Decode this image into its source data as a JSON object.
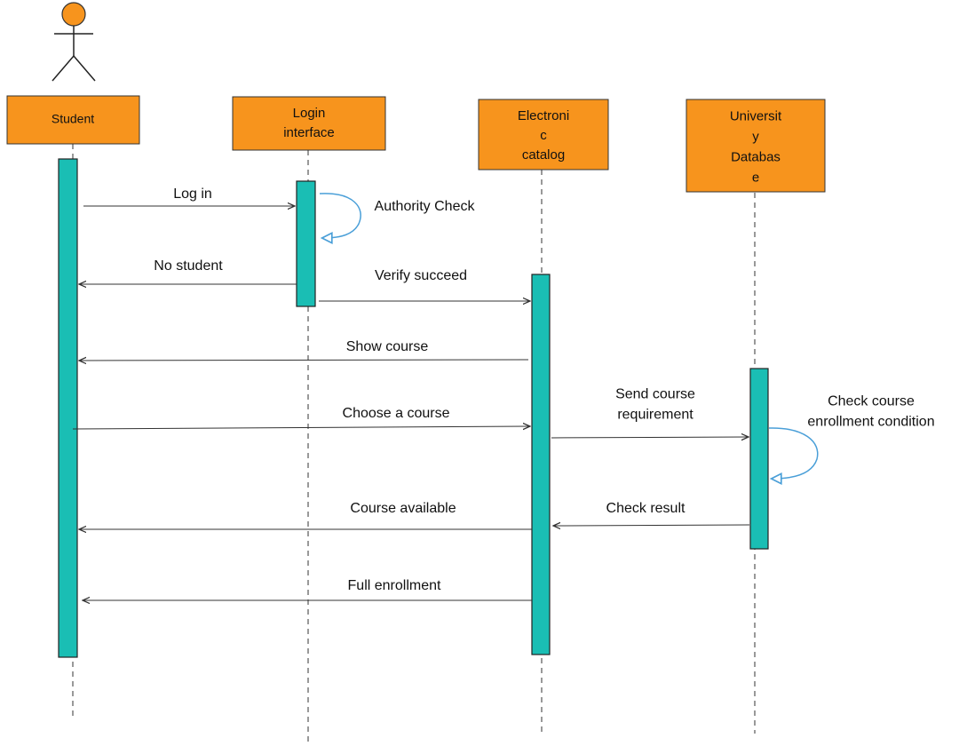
{
  "colors": {
    "participant_fill": "#F7941D",
    "activation_fill": "#1ABEB4",
    "self_call_arrow": "#4A9FD8",
    "actor_head": "#F7941D"
  },
  "participants": {
    "student": {
      "lines": [
        "Student"
      ]
    },
    "login": {
      "lines": [
        "Login",
        "interface"
      ]
    },
    "catalog": {
      "lines": [
        "Electroni",
        "c",
        "catalog"
      ]
    },
    "database": {
      "lines": [
        "Universit",
        "y",
        "Databas",
        "e"
      ]
    }
  },
  "messages": {
    "log_in": {
      "lines": [
        "Log in"
      ]
    },
    "authority_check": {
      "lines": [
        "Authority Check"
      ]
    },
    "no_student": {
      "lines": [
        "No student"
      ]
    },
    "verify_succeed": {
      "lines": [
        "Verify succeed"
      ]
    },
    "show_course": {
      "lines": [
        "Show course"
      ]
    },
    "choose_course": {
      "lines": [
        "Choose a course"
      ]
    },
    "send_requirement": {
      "lines": [
        "Send course",
        "requirement"
      ]
    },
    "check_condition": {
      "lines": [
        "Check course",
        "enrollment condition"
      ]
    },
    "course_available": {
      "lines": [
        "Course available"
      ]
    },
    "check_result": {
      "lines": [
        "Check result"
      ]
    },
    "full_enrollment": {
      "lines": [
        "Full enrollment"
      ]
    }
  }
}
